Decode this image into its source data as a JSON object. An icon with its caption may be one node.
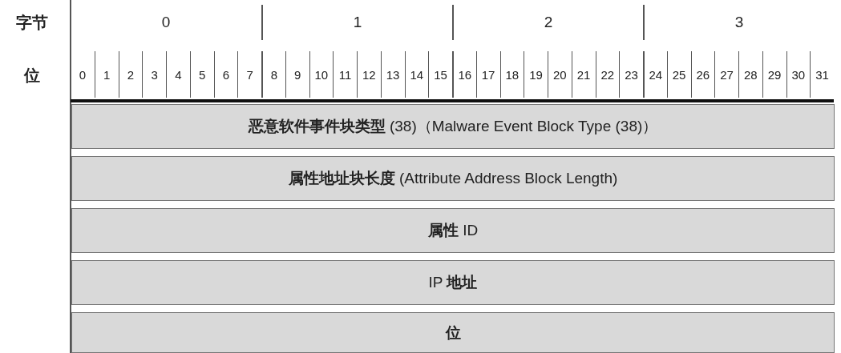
{
  "diagram": {
    "labels": [
      "字节",
      "0",
      "1",
      "2",
      "3",
      "位",
      "0",
      "1",
      "2",
      "3",
      "4",
      "5",
      "6",
      "7",
      "8",
      "9",
      "10",
      "11",
      "12",
      "13",
      "14",
      "15",
      "16",
      "17",
      "18",
      "19",
      "20",
      "21",
      "22",
      "23",
      "24",
      "25",
      "26",
      "27",
      "28",
      "29",
      "30",
      "31",
      "**恶意软件事件块类型** (38)（Malware Event Block Type (38)）",
      "**属性地址块长度** (Attribute Address Block Length)",
      "**属性** ID",
      "IP **地址**",
      "位"
    ]
  }
}
